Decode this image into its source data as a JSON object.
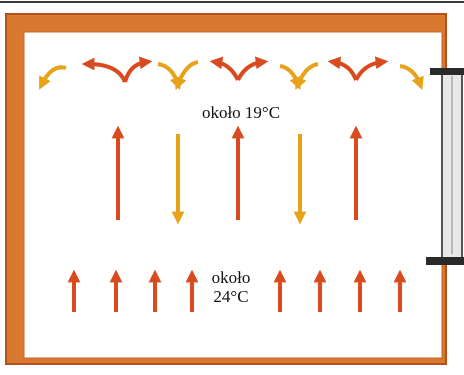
{
  "colors": {
    "frame_outer": "#b4501c",
    "frame_fill": "#d9792f",
    "room_fill": "#ffffff",
    "warm_arrow": "#d94a1e",
    "cool_arrow": "#e8a21a",
    "radiator_fill": "#e9e9e9",
    "radiator_stroke": "#555555",
    "bracket": "#2a2a2a"
  },
  "labels": {
    "top_temperature": "około 19°C",
    "bottom_temperature_line1": "około",
    "bottom_temperature_line2": "24°C"
  }
}
